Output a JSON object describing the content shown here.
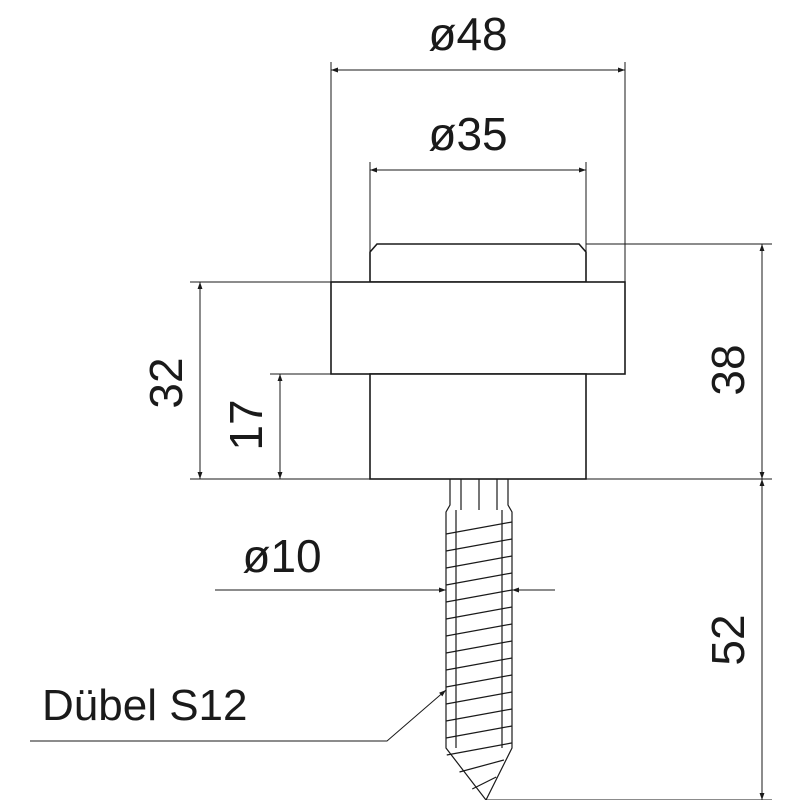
{
  "dimensions": {
    "top_outer_diameter": "ø48",
    "top_inner_diameter": "ø35",
    "screw_diameter": "ø10",
    "total_height": "32",
    "lower_height": "17",
    "right_height": "38",
    "screw_length": "52"
  },
  "callout": {
    "label": "Dübel S12"
  },
  "colors": {
    "line": "#1a1a1a",
    "background": "#ffffff"
  }
}
